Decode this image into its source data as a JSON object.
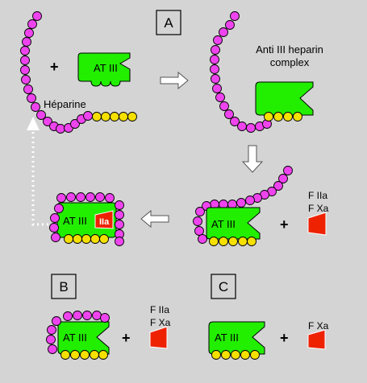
{
  "panels": {
    "a_label": "A",
    "b_label": "B",
    "c_label": "C"
  },
  "enzyme_label": "AT III",
  "thrombin_label": "IIa",
  "heparin_label": "Héparine",
  "complex_label_line1": "Anti III heparin",
  "complex_label_line2": "complex",
  "plus_sign": "+",
  "factors": {
    "iia": "F IIa",
    "xa": "F Xa"
  },
  "colors": {
    "background": "#d4d4d4",
    "heparin_bead": "#ee44ee",
    "binding_bead": "#f5e000",
    "antithrombin": "#22ee00",
    "factor": "#ee2200"
  }
}
